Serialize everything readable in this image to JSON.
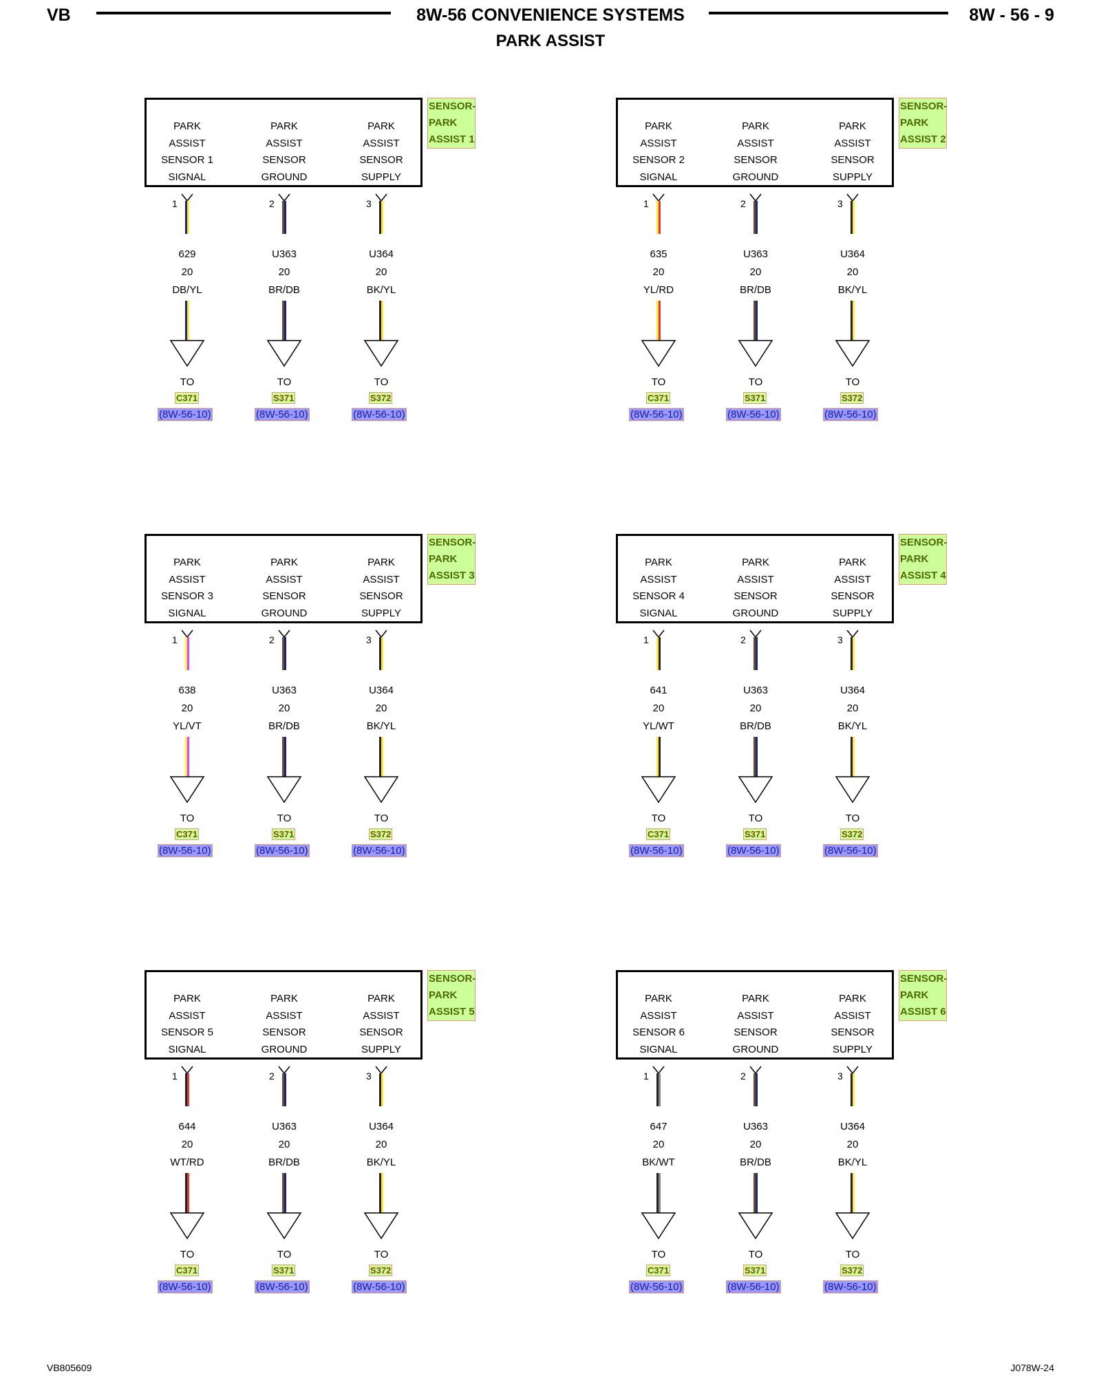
{
  "header": {
    "left": "VB",
    "title": "8W-56 CONVENIENCE SYSTEMS",
    "subtitle": "PARK ASSIST",
    "right": "8W - 56 - 9"
  },
  "footer": {
    "left": "VB805609",
    "right": "J078W-24"
  },
  "modules": [
    {
      "tag": [
        "SENSOR-",
        "PARK",
        "ASSIST 1"
      ],
      "pins": [
        {
          "num": "1",
          "label": [
            "PARK",
            "ASSIST",
            "SENSOR 1",
            "SIGNAL"
          ],
          "circuit": "629",
          "gauge": "20",
          "color": "DB/YL",
          "colors": [
            "#1a237e",
            "#ffeb3b"
          ],
          "tri": "AL",
          "to": "TO",
          "conn": "C371",
          "ref": "(8W-56-10)"
        },
        {
          "num": "2",
          "label": [
            "PARK",
            "ASSIST",
            "SENSOR",
            "GROUND"
          ],
          "circuit": "U363",
          "gauge": "20",
          "color": "BR/DB",
          "colors": [
            "#6d4c2a",
            "#1a237e"
          ],
          "tri": "AM",
          "to": "TO",
          "conn": "S371",
          "ref": "(8W-56-10)"
        },
        {
          "num": "3",
          "label": [
            "PARK",
            "ASSIST",
            "SENSOR",
            "SUPPLY"
          ],
          "circuit": "U364",
          "gauge": "20",
          "color": "BK/YL",
          "colors": [
            "#222222",
            "#ffeb3b"
          ],
          "tri": "AN",
          "to": "TO",
          "conn": "S372",
          "ref": "(8W-56-10)"
        }
      ]
    },
    {
      "tag": [
        "SENSOR-",
        "PARK",
        "ASSIST 2"
      ],
      "pins": [
        {
          "num": "1",
          "label": [
            "PARK",
            "ASSIST",
            "SENSOR 2",
            "SIGNAL"
          ],
          "circuit": "635",
          "gauge": "20",
          "color": "YL/RD",
          "colors": [
            "#ffeb3b",
            "#e53935"
          ],
          "tri": "AP",
          "to": "TO",
          "conn": "C371",
          "ref": "(8W-56-10)"
        },
        {
          "num": "2",
          "label": [
            "PARK",
            "ASSIST",
            "SENSOR",
            "GROUND"
          ],
          "circuit": "U363",
          "gauge": "20",
          "color": "BR/DB",
          "colors": [
            "#6d4c2a",
            "#1a237e"
          ],
          "tri": "AQ",
          "to": "TO",
          "conn": "S371",
          "ref": "(8W-56-10)"
        },
        {
          "num": "3",
          "label": [
            "PARK",
            "ASSIST",
            "SENSOR",
            "SUPPLY"
          ],
          "circuit": "U364",
          "gauge": "20",
          "color": "BK/YL",
          "colors": [
            "#222222",
            "#ffeb3b"
          ],
          "tri": "AR",
          "to": "TO",
          "conn": "S372",
          "ref": "(8W-56-10)"
        }
      ]
    },
    {
      "tag": [
        "SENSOR-",
        "PARK",
        "ASSIST 3"
      ],
      "pins": [
        {
          "num": "1",
          "label": [
            "PARK",
            "ASSIST",
            "SENSOR 3",
            "SIGNAL"
          ],
          "circuit": "638",
          "gauge": "20",
          "color": "YL/VT",
          "colors": [
            "#ffeb3b",
            "#e040fb"
          ],
          "tri": "AS",
          "to": "TO",
          "conn": "C371",
          "ref": "(8W-56-10)"
        },
        {
          "num": "2",
          "label": [
            "PARK",
            "ASSIST",
            "SENSOR",
            "GROUND"
          ],
          "circuit": "U363",
          "gauge": "20",
          "color": "BR/DB",
          "colors": [
            "#6d4c2a",
            "#1a237e"
          ],
          "tri": "AT",
          "to": "TO",
          "conn": "S371",
          "ref": "(8W-56-10)"
        },
        {
          "num": "3",
          "label": [
            "PARK",
            "ASSIST",
            "SENSOR",
            "SUPPLY"
          ],
          "circuit": "U364",
          "gauge": "20",
          "color": "BK/YL",
          "colors": [
            "#222222",
            "#ffeb3b"
          ],
          "tri": "AU",
          "to": "TO",
          "conn": "S372",
          "ref": "(8W-56-10)"
        }
      ]
    },
    {
      "tag": [
        "SENSOR-",
        "PARK",
        "ASSIST 4"
      ],
      "pins": [
        {
          "num": "1",
          "label": [
            "PARK",
            "ASSIST",
            "SENSOR 4",
            "SIGNAL"
          ],
          "circuit": "641",
          "gauge": "20",
          "color": "YL/WT",
          "colors": [
            "#ffeb3b",
            "#222222"
          ],
          "tri": "AV",
          "to": "TO",
          "conn": "C371",
          "ref": "(8W-56-10)"
        },
        {
          "num": "2",
          "label": [
            "PARK",
            "ASSIST",
            "SENSOR",
            "GROUND"
          ],
          "circuit": "U363",
          "gauge": "20",
          "color": "BR/DB",
          "colors": [
            "#6d4c2a",
            "#1a237e"
          ],
          "tri": "AW",
          "to": "TO",
          "conn": "S371",
          "ref": "(8W-56-10)"
        },
        {
          "num": "3",
          "label": [
            "PARK",
            "ASSIST",
            "SENSOR",
            "SUPPLY"
          ],
          "circuit": "U364",
          "gauge": "20",
          "color": "BK/YL",
          "colors": [
            "#222222",
            "#ffeb3b"
          ],
          "tri": "AX",
          "to": "TO",
          "conn": "S372",
          "ref": "(8W-56-10)"
        }
      ]
    },
    {
      "tag": [
        "SENSOR-",
        "PARK",
        "ASSIST 5"
      ],
      "pins": [
        {
          "num": "1",
          "label": [
            "PARK",
            "ASSIST",
            "SENSOR 5",
            "SIGNAL"
          ],
          "circuit": "644",
          "gauge": "20",
          "color": "WT/RD",
          "colors": [
            "#222222",
            "#e53935"
          ],
          "tri": "AY",
          "to": "TO",
          "conn": "C371",
          "ref": "(8W-56-10)"
        },
        {
          "num": "2",
          "label": [
            "PARK",
            "ASSIST",
            "SENSOR",
            "GROUND"
          ],
          "circuit": "U363",
          "gauge": "20",
          "color": "BR/DB",
          "colors": [
            "#6d4c2a",
            "#1a237e"
          ],
          "tri": "AZ",
          "to": "TO",
          "conn": "S371",
          "ref": "(8W-56-10)"
        },
        {
          "num": "3",
          "label": [
            "PARK",
            "ASSIST",
            "SENSOR",
            "SUPPLY"
          ],
          "circuit": "U364",
          "gauge": "20",
          "color": "BK/YL",
          "colors": [
            "#222222",
            "#ffeb3b"
          ],
          "tri": "BA",
          "to": "TO",
          "conn": "S372",
          "ref": "(8W-56-10)"
        }
      ]
    },
    {
      "tag": [
        "SENSOR-",
        "PARK",
        "ASSIST 6"
      ],
      "pins": [
        {
          "num": "1",
          "label": [
            "PARK",
            "ASSIST",
            "SENSOR 6",
            "SIGNAL"
          ],
          "circuit": "647",
          "gauge": "20",
          "color": "BK/WT",
          "colors": [
            "#222222",
            "#888888"
          ],
          "tri": "BB",
          "to": "TO",
          "conn": "C371",
          "ref": "(8W-56-10)"
        },
        {
          "num": "2",
          "label": [
            "PARK",
            "ASSIST",
            "SENSOR",
            "GROUND"
          ],
          "circuit": "U363",
          "gauge": "20",
          "color": "BR/DB",
          "colors": [
            "#6d4c2a",
            "#1a237e"
          ],
          "tri": "BC",
          "to": "TO",
          "conn": "S371",
          "ref": "(8W-56-10)"
        },
        {
          "num": "3",
          "label": [
            "PARK",
            "ASSIST",
            "SENSOR",
            "SUPPLY"
          ],
          "circuit": "U364",
          "gauge": "20",
          "color": "BK/YL",
          "colors": [
            "#222222",
            "#ffeb3b"
          ],
          "tri": "BD",
          "to": "TO",
          "conn": "S372",
          "ref": "(8W-56-10)"
        }
      ]
    }
  ]
}
